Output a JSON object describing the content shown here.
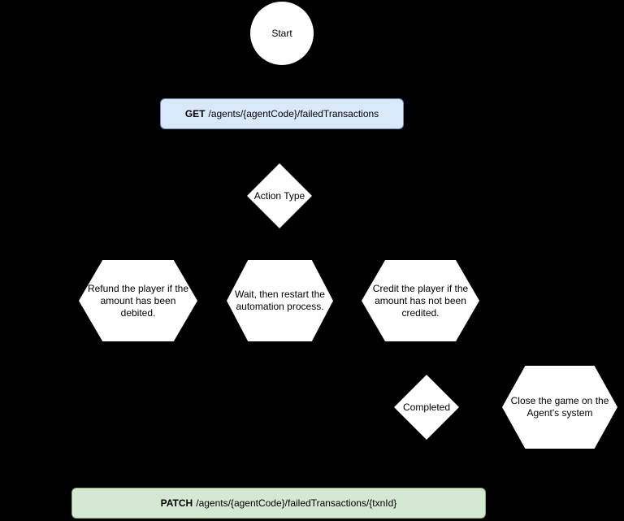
{
  "diagram": {
    "background": "#000000",
    "shape_fill": "#ffffff",
    "text_color": "#000000",
    "nodes": {
      "start": {
        "shape": "circle",
        "label": "Start"
      },
      "get_endpoint": {
        "shape": "rounded-rectangle",
        "method": "GET",
        "path": "/agents/{agentCode}/failedTransactions",
        "fill": "#dae8fc",
        "border": "#6c8ebf"
      },
      "action_type": {
        "shape": "diamond",
        "label": "Action Type"
      },
      "refund": {
        "shape": "hexagon",
        "label": "Refund the player if the amount has been debited."
      },
      "wait_restart": {
        "shape": "hexagon",
        "label": "Wait, then restart the automation process."
      },
      "credit": {
        "shape": "hexagon",
        "label": "Credit the player if the amount has not been credited."
      },
      "completed": {
        "shape": "diamond",
        "label": "Completed"
      },
      "close_game": {
        "shape": "hexagon",
        "label": "Close the game on the Agent's system"
      },
      "patch_endpoint": {
        "shape": "rounded-rectangle",
        "method": "PATCH",
        "path": "/agents/{agentCode}/failedTransactions/{txnId}",
        "fill": "#d5e8d4",
        "border": "#82b366"
      }
    }
  }
}
